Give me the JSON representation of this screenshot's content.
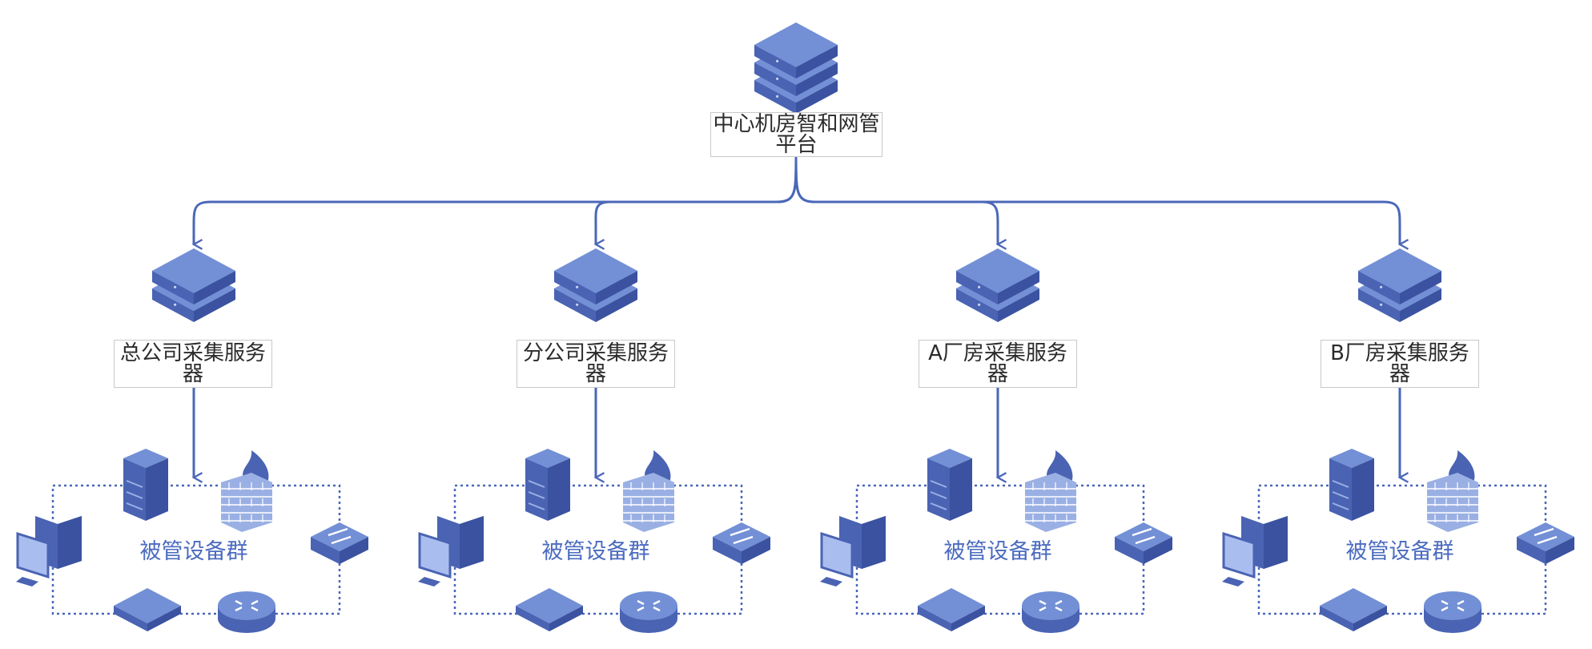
{
  "root": {
    "label_line1": "中心机房智和网管",
    "label_line2": "平台",
    "icon": "server-stack-icon"
  },
  "branches": [
    {
      "label_line1": "总公司采集服务",
      "label_line2": "器",
      "group_label": "被管设备群"
    },
    {
      "label_line1": "分公司采集服务",
      "label_line2": "器",
      "group_label": "被管设备群"
    },
    {
      "label_line1": "A厂房采集服务",
      "label_line2": "器",
      "group_label": "被管设备群"
    },
    {
      "label_line1": "B厂房采集服务",
      "label_line2": "器",
      "group_label": "被管设备群"
    }
  ],
  "device_icons": [
    "tower-server-icon",
    "firewall-icon",
    "desktop-computer-icon",
    "switch-icon",
    "hub-icon",
    "router-icon"
  ],
  "colors": {
    "connector": "#4a67b8",
    "icon_top": "#7390d6",
    "icon_side": "#4a63b3",
    "icon_dark": "#3b52a0",
    "group_text": "#4b6bbf",
    "dotted_border": "#4a67b8"
  }
}
